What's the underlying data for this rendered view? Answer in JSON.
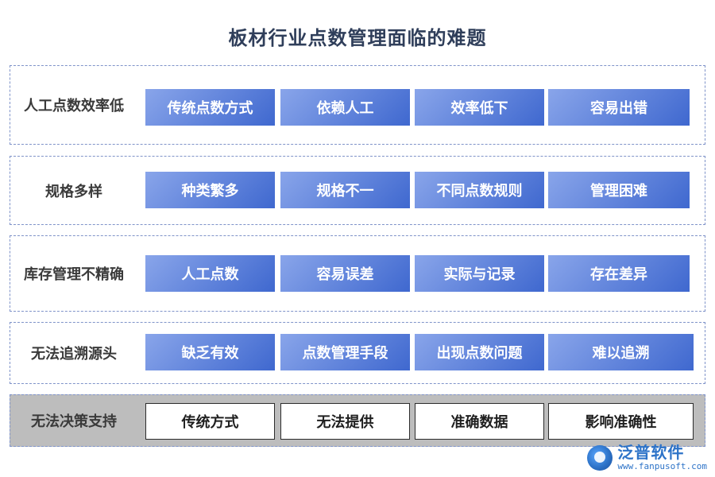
{
  "title": "板材行业点数管理面临的难题",
  "rows": [
    {
      "label": "人工点数效率低",
      "items": [
        "传统点数方式",
        "依赖人工",
        "效率低下",
        "容易出错"
      ]
    },
    {
      "label": "规格多样",
      "items": [
        "种类繁多",
        "规格不一",
        "不同点数规则",
        "管理困难"
      ]
    },
    {
      "label": "库存管理不精确",
      "items": [
        "人工点数",
        "容易误差",
        "实际与记录",
        "存在差异"
      ]
    },
    {
      "label": "无法追溯源头",
      "items": [
        "缺乏有效",
        "点数管理手段",
        "出现点数问题",
        "难以追溯"
      ]
    },
    {
      "label": "无法决策支持",
      "items": [
        "传统方式",
        "无法提供",
        "准确数据",
        "影响准确性"
      ]
    }
  ],
  "logo": {
    "brand": "泛普软件",
    "url": "www.fanpusoft.com",
    "icon": "fanpu-logo-icon"
  },
  "colors": {
    "title": "#2f3e5a",
    "dash": "#7f93c9",
    "blue_start": "#89a5ea",
    "blue_end": "#3f68cf",
    "gray_row": "#bdbdbd"
  }
}
